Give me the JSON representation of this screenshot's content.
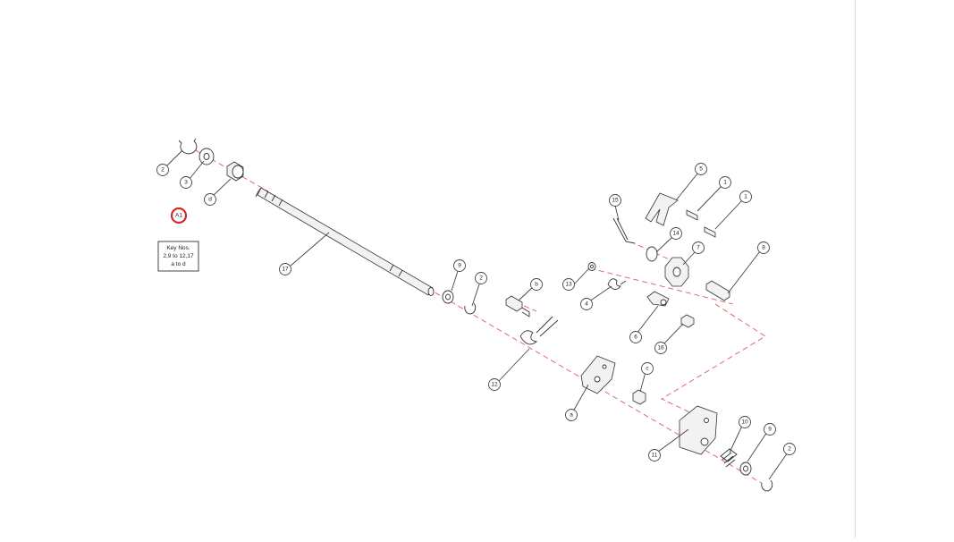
{
  "diagram": {
    "key_box": {
      "lines": [
        "Key Nos.",
        "2,9 to 12,17",
        "a to d"
      ]
    },
    "group_badge": {
      "label": "A1",
      "color": "#d42a2a"
    },
    "callouts": [
      "2",
      "3",
      "d",
      "17",
      "9",
      "2",
      "b",
      "12",
      "a",
      "13",
      "4",
      "15",
      "5",
      "1",
      "1",
      "14",
      "7",
      "8",
      "6",
      "16",
      "c",
      "11",
      "10",
      "9",
      "2"
    ],
    "colors": {
      "axis_line": "#e05a5a",
      "outline": "#333333"
    }
  }
}
